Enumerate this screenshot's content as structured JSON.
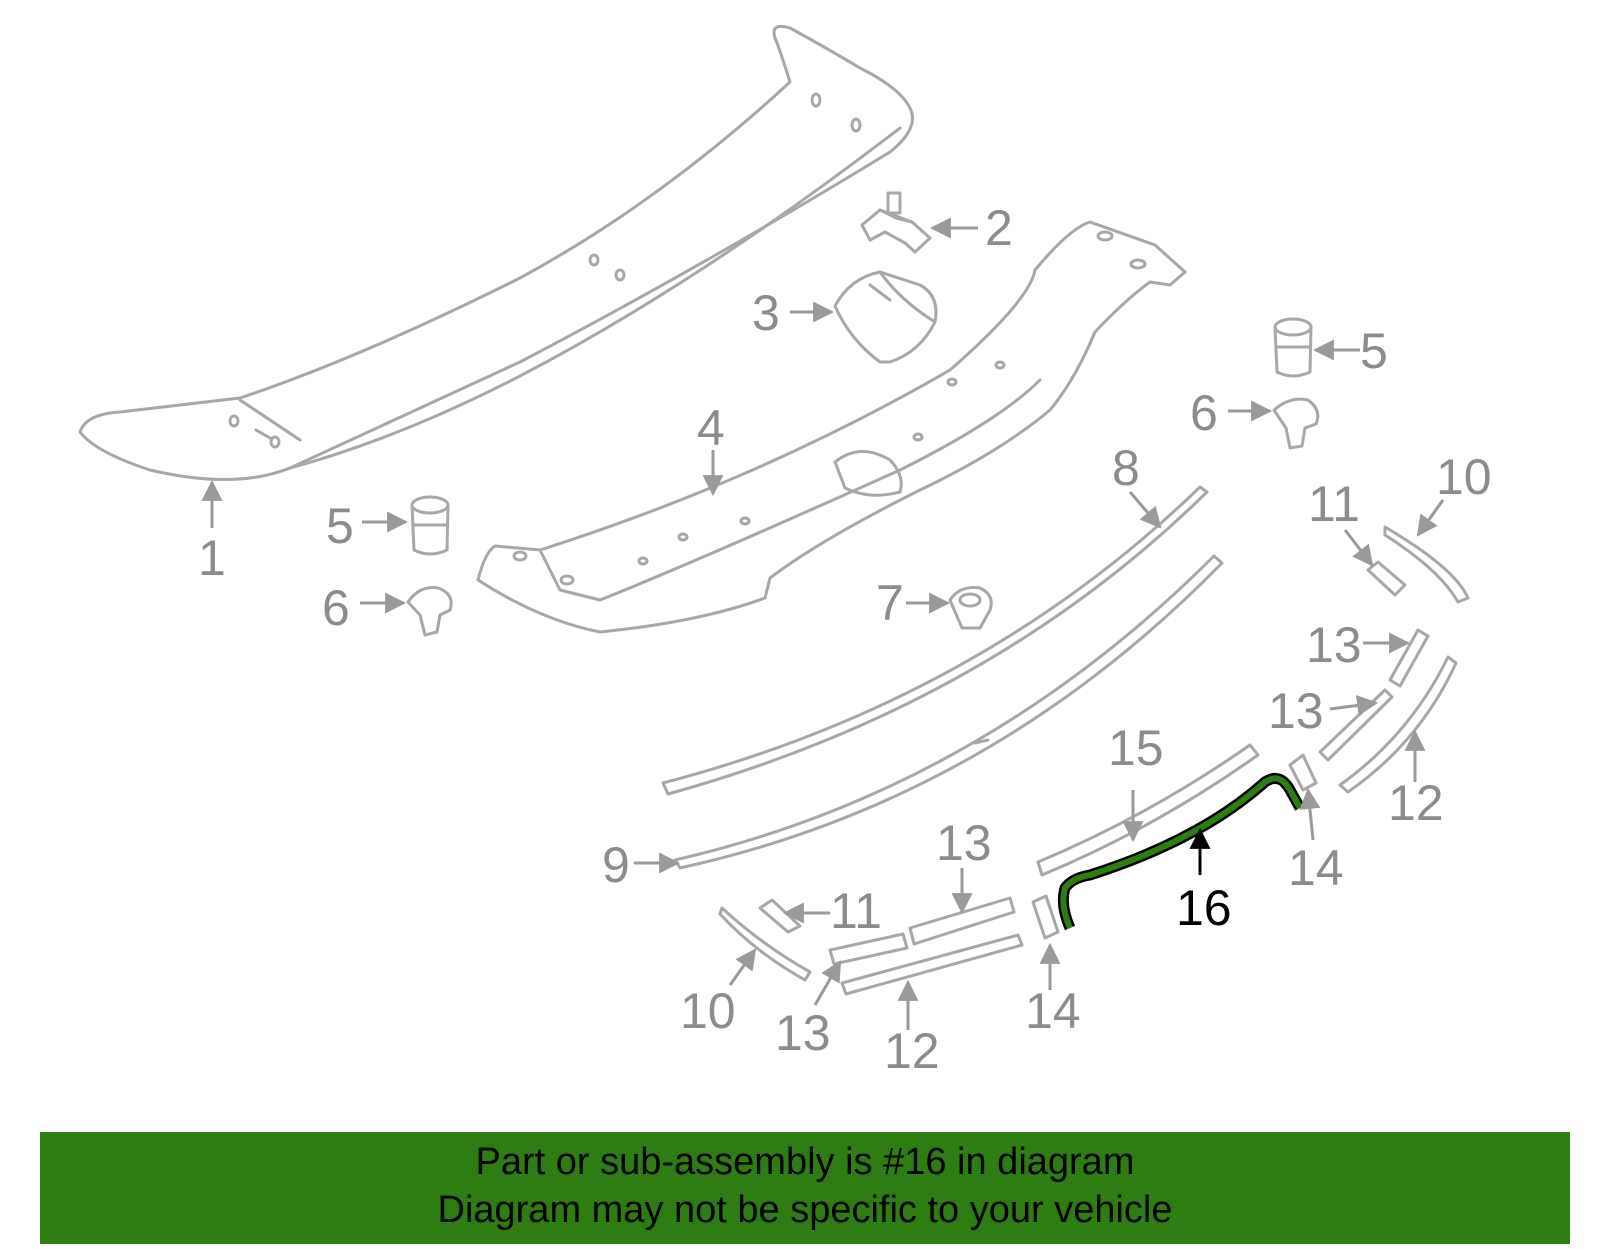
{
  "labels": {
    "p1": "1",
    "p2": "2",
    "p3": "3",
    "p4": "4",
    "p5a": "5",
    "p5b": "5",
    "p6a": "6",
    "p6b": "6",
    "p7": "7",
    "p8": "8",
    "p9": "9",
    "p10a": "10",
    "p10b": "10",
    "p11a": "11",
    "p11b": "11",
    "p12a": "12",
    "p12b": "12",
    "p13a": "13",
    "p13b": "13",
    "p13c": "13",
    "p13d": "13",
    "p14a": "14",
    "p14b": "14",
    "p15": "15",
    "p16": "16"
  },
  "highlight_part": "16",
  "colors": {
    "highlight": "#2e7d12",
    "parts": "#a8a8a8",
    "labels": "#8c8c8c"
  },
  "banner": {
    "line1": "Part or sub-assembly is #16 in diagram",
    "line2": "Diagram may not be specific to your vehicle"
  }
}
